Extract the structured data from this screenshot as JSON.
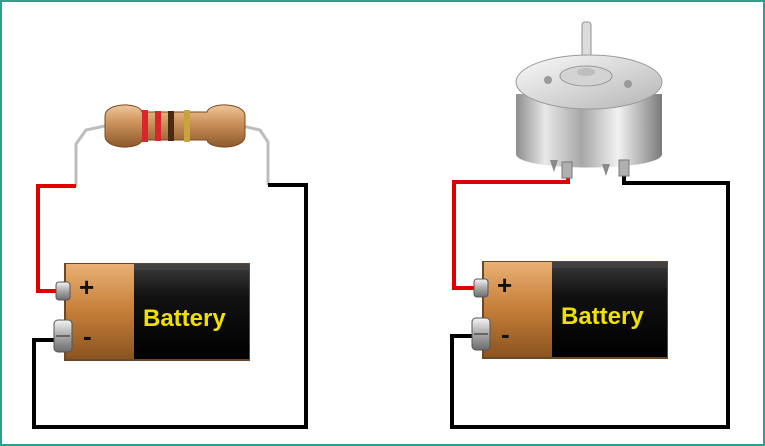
{
  "circuits": [
    {
      "component": "resistor",
      "battery": {
        "label": "Battery",
        "positive_sign": "+",
        "negative_sign": "-"
      }
    },
    {
      "component": "dc-motor",
      "battery": {
        "label": "Battery",
        "positive_sign": "+",
        "negative_sign": "-"
      }
    }
  ],
  "colors": {
    "frame_border": "#2e9e8e",
    "positive_wire": "#e00000",
    "negative_wire": "#000000",
    "battery_copper": "#c8843a",
    "battery_body": "#111111",
    "battery_label": "#f0e000"
  }
}
